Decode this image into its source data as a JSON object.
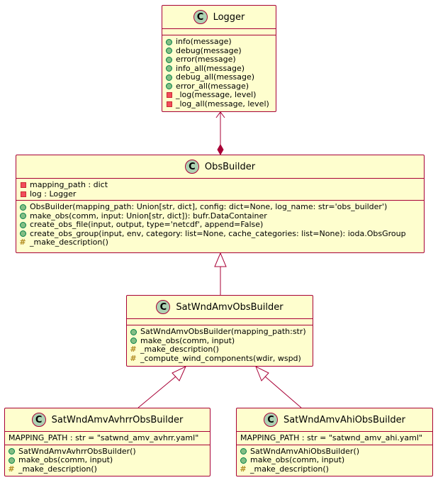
{
  "classes": {
    "logger": {
      "name": "Logger",
      "badge": "C",
      "attributes": [],
      "methods": [
        {
          "vis": "public",
          "text": "info(message)"
        },
        {
          "vis": "public",
          "text": "debug(message)"
        },
        {
          "vis": "public",
          "text": "error(message)"
        },
        {
          "vis": "public",
          "text": "info_all(message)"
        },
        {
          "vis": "public",
          "text": "debug_all(message)"
        },
        {
          "vis": "public",
          "text": "error_all(message)"
        },
        {
          "vis": "private",
          "text": "_log(message, level)"
        },
        {
          "vis": "private",
          "text": "_log_all(message, level)"
        }
      ]
    },
    "obsbuilder": {
      "name": "ObsBuilder",
      "badge": "C",
      "attributes": [
        {
          "vis": "private",
          "text": "mapping_path : dict"
        },
        {
          "vis": "private",
          "text": "log : Logger"
        }
      ],
      "methods": [
        {
          "vis": "public",
          "text": "ObsBuilder(mapping_path: Union[str, dict], config: dict=None, log_name: str='obs_builder')"
        },
        {
          "vis": "public",
          "text": "make_obs(comm, input: Union[str, dict]): bufr.DataContainer"
        },
        {
          "vis": "public",
          "text": "create_obs_file(input, output, type='netcdf', append=False)"
        },
        {
          "vis": "public",
          "text": "create_obs_group(input, env, category: list=None, cache_categories: list=None): ioda.ObsGroup"
        },
        {
          "vis": "protected",
          "text": "_make_description()"
        }
      ]
    },
    "satwnd": {
      "name": "SatWndAmvObsBuilder",
      "badge": "C",
      "attributes": [],
      "methods": [
        {
          "vis": "public",
          "text": "SatWndAmvObsBuilder(mapping_path:str)"
        },
        {
          "vis": "public",
          "text": "make_obs(comm, input)"
        },
        {
          "vis": "protected",
          "text": "_make_description()"
        },
        {
          "vis": "protected",
          "text": "_compute_wind_components(wdir, wspd)"
        }
      ]
    },
    "avhrr": {
      "name": "SatWndAmvAvhrrObsBuilder",
      "badge": "C",
      "attributes": [
        {
          "vis": "none",
          "text": "MAPPING_PATH : str = \"satwnd_amv_avhrr.yaml\""
        }
      ],
      "methods": [
        {
          "vis": "public",
          "text": "SatWndAmvAvhrrObsBuilder()"
        },
        {
          "vis": "public",
          "text": "make_obs(comm, input)"
        },
        {
          "vis": "protected",
          "text": "_make_description()"
        }
      ]
    },
    "ahi": {
      "name": "SatWndAmvAhiObsBuilder",
      "badge": "C",
      "attributes": [
        {
          "vis": "none",
          "text": "MAPPING_PATH : str = \"satwnd_amv_ahi.yaml\""
        }
      ],
      "methods": [
        {
          "vis": "public",
          "text": "SatWndAmvAhiObsBuilder()"
        },
        {
          "vis": "public",
          "text": "make_obs(comm, input)"
        },
        {
          "vis": "protected",
          "text": "_make_description()"
        }
      ]
    }
  },
  "colors": {
    "class_fill": "#FEFECE",
    "class_border": "#A80036",
    "badge_fill": "#ADD1B2"
  }
}
